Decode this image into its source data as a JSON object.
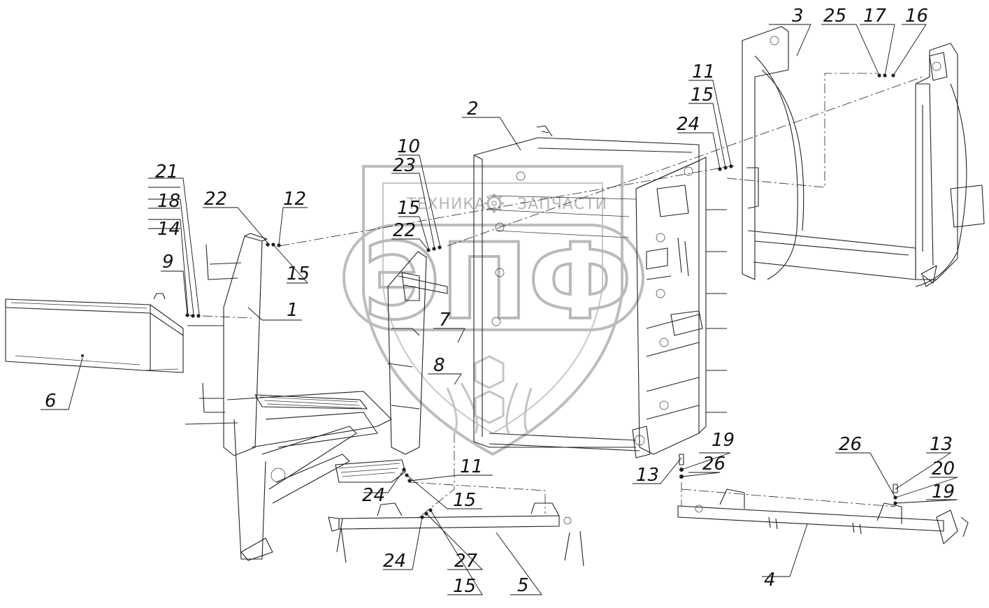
{
  "watermark": {
    "text_left": "ТЕХНИКА",
    "text_right": "ЗАПЧАСТИ",
    "monogram": "ЭПФ",
    "color": "#b9b9b9",
    "icon": "gear-icon"
  },
  "callouts": [
    {
      "id": "c1",
      "label": "1"
    },
    {
      "id": "c2",
      "label": "2"
    },
    {
      "id": "c3",
      "label": "3"
    },
    {
      "id": "c4",
      "label": "4"
    },
    {
      "id": "c5",
      "label": "5"
    },
    {
      "id": "c6",
      "label": "6"
    },
    {
      "id": "c7",
      "label": "7"
    },
    {
      "id": "c8",
      "label": "8"
    },
    {
      "id": "c9",
      "label": "9"
    },
    {
      "id": "c10",
      "label": "10"
    },
    {
      "id": "c11a",
      "label": "11"
    },
    {
      "id": "c11b",
      "label": "11"
    },
    {
      "id": "c12",
      "label": "12"
    },
    {
      "id": "c13a",
      "label": "13"
    },
    {
      "id": "c13b",
      "label": "13"
    },
    {
      "id": "c14",
      "label": "14"
    },
    {
      "id": "c15a",
      "label": "15"
    },
    {
      "id": "c15b",
      "label": "15"
    },
    {
      "id": "c15c",
      "label": "15"
    },
    {
      "id": "c15d",
      "label": "15"
    },
    {
      "id": "c15e",
      "label": "15"
    },
    {
      "id": "c16",
      "label": "16"
    },
    {
      "id": "c17",
      "label": "17"
    },
    {
      "id": "c18",
      "label": "18"
    },
    {
      "id": "c19a",
      "label": "19"
    },
    {
      "id": "c19b",
      "label": "19"
    },
    {
      "id": "c20",
      "label": "20"
    },
    {
      "id": "c21",
      "label": "21"
    },
    {
      "id": "c22a",
      "label": "22"
    },
    {
      "id": "c22b",
      "label": "22"
    },
    {
      "id": "c23",
      "label": "23"
    },
    {
      "id": "c24a",
      "label": "24"
    },
    {
      "id": "c24b",
      "label": "24"
    },
    {
      "id": "c24c",
      "label": "24"
    },
    {
      "id": "c25",
      "label": "25"
    },
    {
      "id": "c26a",
      "label": "26"
    },
    {
      "id": "c26b",
      "label": "26"
    },
    {
      "id": "c27",
      "label": "27"
    }
  ]
}
